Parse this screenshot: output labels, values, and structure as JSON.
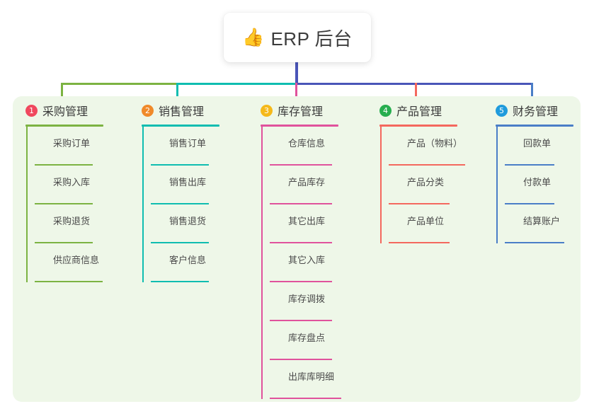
{
  "root": {
    "icon": "thumbs-up-icon",
    "emoji": "👍",
    "title": "ERP 后台"
  },
  "colors": {
    "panel_bg": "#eef7e8",
    "card_bg": "#ffffff",
    "trunk": "#4a55b8",
    "bus_left_green": "#7cb342",
    "bus_mid_teal": "#0fbdb0",
    "bus_right_blue": "#4a55b8",
    "branch_1": "#7cb342",
    "branch_2": "#0fbdb0",
    "branch_3": "#e0529c",
    "branch_4": "#f4685e",
    "branch_5": "#4a7ec7",
    "badge_1": "#f0485e",
    "badge_2": "#f08a2a",
    "badge_3": "#f5b91a",
    "badge_4": "#27ae4f",
    "badge_5": "#1f9bdc",
    "text": "#3a3a3a"
  },
  "columns": [
    {
      "number": "1",
      "title": "采购管理",
      "badge_color": "#f0485e",
      "line_color": "#7cb342",
      "items": [
        {
          "label": "采购订单"
        },
        {
          "label": "采购入库"
        },
        {
          "label": "采购退货"
        },
        {
          "label": "供应商信息"
        }
      ]
    },
    {
      "number": "2",
      "title": "销售管理",
      "badge_color": "#f08a2a",
      "line_color": "#0fbdb0",
      "items": [
        {
          "label": "销售订单"
        },
        {
          "label": "销售出库"
        },
        {
          "label": "销售退货"
        },
        {
          "label": "客户信息"
        }
      ]
    },
    {
      "number": "3",
      "title": "库存管理",
      "badge_color": "#f5b91a",
      "line_color": "#e0529c",
      "items": [
        {
          "label": "仓库信息"
        },
        {
          "label": "产品库存"
        },
        {
          "label": "其它出库"
        },
        {
          "label": "其它入库"
        },
        {
          "label": "库存调拨"
        },
        {
          "label": "库存盘点"
        },
        {
          "label": "出库库明细"
        }
      ]
    },
    {
      "number": "4",
      "title": "产品管理",
      "badge_color": "#27ae4f",
      "line_color": "#f4685e",
      "items": [
        {
          "label": "产品（物料）"
        },
        {
          "label": "产品分类"
        },
        {
          "label": "产品单位"
        }
      ]
    },
    {
      "number": "5",
      "title": "财务管理",
      "badge_color": "#1f9bdc",
      "line_color": "#4a7ec7",
      "items": [
        {
          "label": "回款单"
        },
        {
          "label": "付款单"
        },
        {
          "label": "结算账户"
        }
      ]
    }
  ]
}
